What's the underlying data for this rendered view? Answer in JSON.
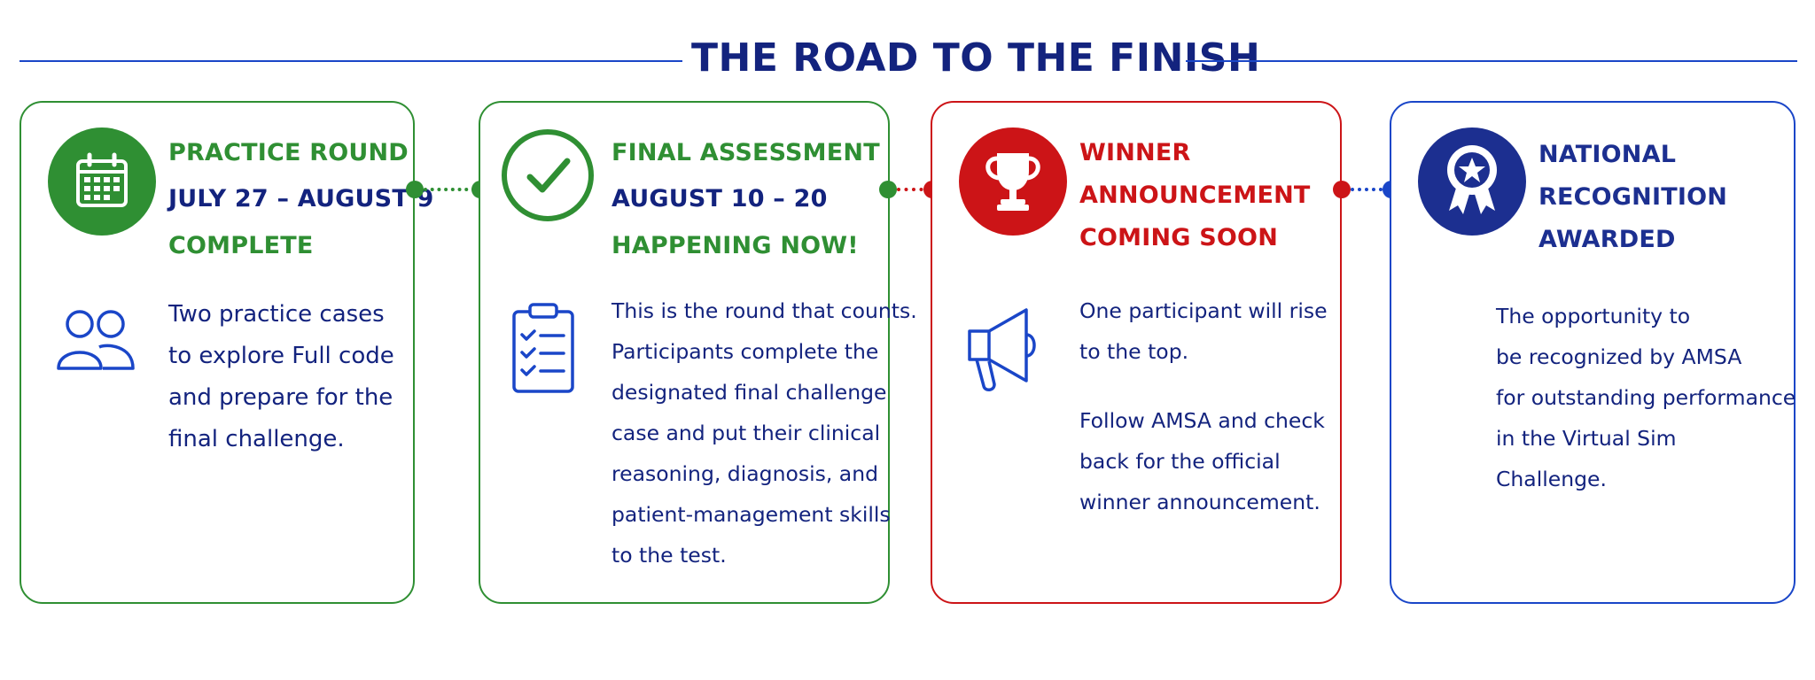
{
  "title": "THE ROAD TO THE FINISH",
  "colors": {
    "green": "#2f8f33",
    "red": "#cc1417",
    "blue": "#1a46c8",
    "navy": "#13237e",
    "circle_blue": "#1c2f90"
  },
  "stages": [
    {
      "id": "practice-round",
      "status_color": "green",
      "icon": "calendar-icon",
      "side_icon": "people-icon",
      "heading": [
        "PRACTICE ROUND",
        "JULY 27 – AUGUST 9",
        "COMPLETE"
      ],
      "body": [
        "Two practice cases",
        "to explore Full code",
        "and prepare for the",
        "final challenge."
      ]
    },
    {
      "id": "final-assessment",
      "status_color": "green",
      "icon": "checkmark-icon",
      "side_icon": "clipboard-checklist-icon",
      "heading": [
        "FINAL ASSESSMENT",
        "AUGUST 10 – 20",
        "HAPPENING NOW!"
      ],
      "body": [
        "This is the round that counts.",
        "Participants complete the",
        "designated final challenge",
        "case and put their clinical",
        "reasoning, diagnosis, and",
        "patient-management skills",
        "to the test."
      ]
    },
    {
      "id": "winner-announcement",
      "status_color": "red",
      "icon": "trophy-icon",
      "side_icon": "megaphone-icon",
      "heading": [
        "WINNER",
        "ANNOUNCEMENT",
        "COMING SOON"
      ],
      "body": [
        "One participant will rise",
        "to the top.",
        "Follow AMSA and check",
        "back for the official",
        "winner announcement."
      ]
    },
    {
      "id": "national-recognition",
      "status_color": "blue",
      "icon": "award-ribbon-icon",
      "heading": [
        "NATIONAL",
        "RECOGNITION",
        "AWARDED"
      ],
      "body": [
        "The opportunity to",
        "be recognized by AMSA",
        "for outstanding performance",
        "in the Virtual Sim",
        "Challenge."
      ]
    }
  ]
}
